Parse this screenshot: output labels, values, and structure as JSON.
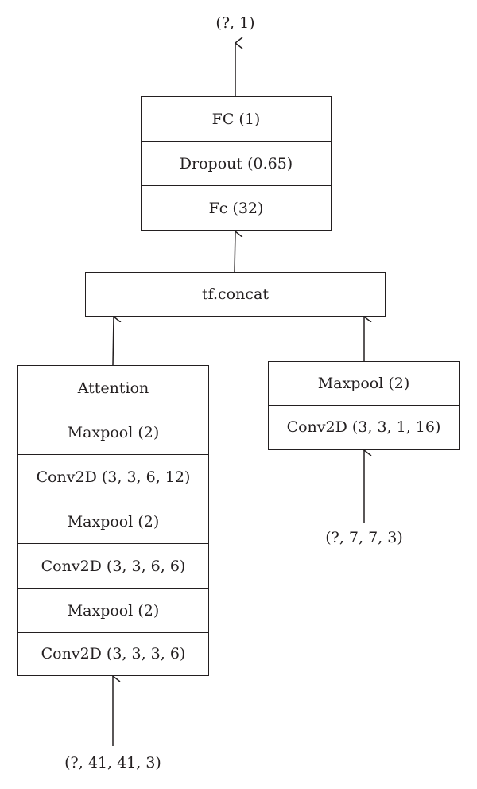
{
  "output_label": "(?, 1)",
  "head_stack": [
    "FC (1)",
    "Dropout (0.65)",
    "Fc (32)"
  ],
  "concat_label": "tf.concat",
  "left_stack": [
    "Attention",
    "Maxpool (2)",
    "Conv2D (3, 3, 6, 12)",
    "Maxpool (2)",
    "Conv2D (3, 3, 6, 6)",
    "Maxpool (2)",
    "Conv2D (3, 3, 3, 6)"
  ],
  "right_stack": [
    "Maxpool (2)",
    "Conv2D (3, 3, 1, 16)"
  ],
  "left_input_label": "(?, 41, 41, 3)",
  "right_input_label": "(?, 7, 7, 3)",
  "colors": {
    "line": "#231f20",
    "background": "#ffffff"
  }
}
